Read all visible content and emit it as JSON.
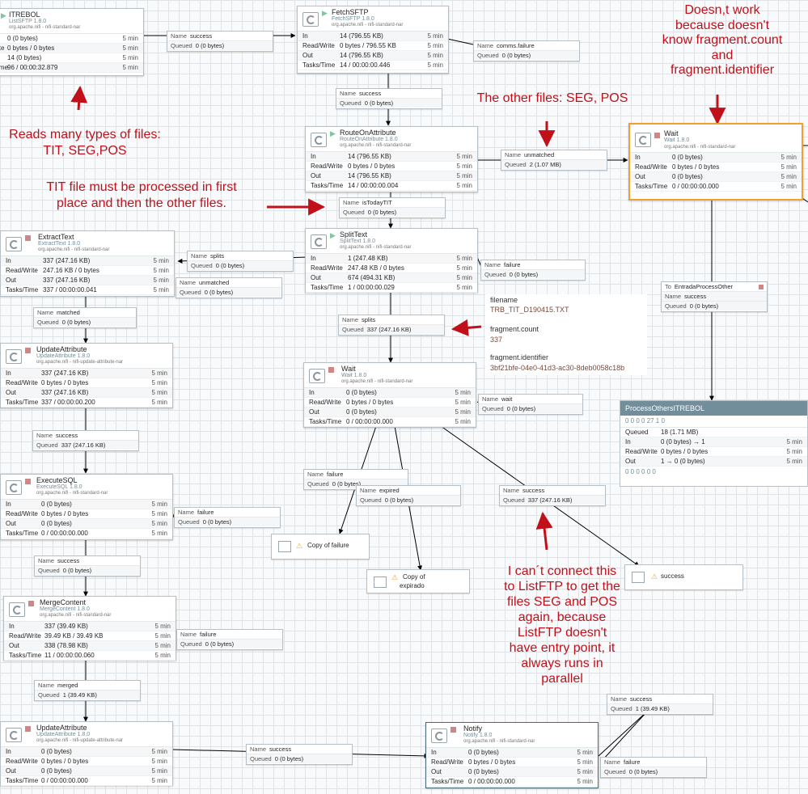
{
  "processors": {
    "listsftp": {
      "name": "ITREBOL",
      "type": "ListSFTP 1.8.0",
      "bundle": "org.apache.nifi - nifi-standard-nar",
      "rows": [
        [
          "",
          "0 (0 bytes)",
          "5 min"
        ],
        [
          "ite",
          "0 bytes / 0 bytes",
          "5 min"
        ],
        [
          "",
          "14 (0 bytes)",
          "5 min"
        ],
        [
          "ime",
          "96 / 00:00:32.879",
          "5 min"
        ]
      ]
    },
    "fetchsftp": {
      "name": "FetchSFTP",
      "type": "FetchSFTP 1.8.0",
      "bundle": "org.apache.nifi - nifi-standard-nar",
      "rows": [
        [
          "In",
          "14 (796.55 KB)",
          "5 min"
        ],
        [
          "Read/Write",
          "0 bytes / 796.55 KB",
          "5 min"
        ],
        [
          "Out",
          "14 (796.55 KB)",
          "5 min"
        ],
        [
          "Tasks/Time",
          "14 / 00:00:00.446",
          "5 min"
        ]
      ]
    },
    "route": {
      "name": "RouteOnAttribute",
      "type": "RouteOnAttribute 1.8.0",
      "bundle": "org.apache.nifi - nifi-standard-nar",
      "rows": [
        [
          "In",
          "14 (796.55 KB)",
          "5 min"
        ],
        [
          "Read/Write",
          "0 bytes / 0 bytes",
          "5 min"
        ],
        [
          "Out",
          "14 (796.55 KB)",
          "5 min"
        ],
        [
          "Tasks/Time",
          "14 / 00:00:00.004",
          "5 min"
        ]
      ]
    },
    "wait_top": {
      "name": "Wait",
      "type": "Wait 1.8.0",
      "bundle": "org.apache.nifi - nifi-standard-nar",
      "rows": [
        [
          "In",
          "0 (0 bytes)",
          "5 min"
        ],
        [
          "Read/Write",
          "0 bytes / 0 bytes",
          "5 min"
        ],
        [
          "Out",
          "0 (0 bytes)",
          "5 min"
        ],
        [
          "Tasks/Time",
          "0 / 00:00:00.000",
          "5 min"
        ]
      ]
    },
    "extract": {
      "name": "ExtractText",
      "type": "ExtractText 1.8.0",
      "bundle": "org.apache.nifi - nifi-standard-nar",
      "rows": [
        [
          "In",
          "337 (247.16 KB)",
          "5 min"
        ],
        [
          "Read/Write",
          "247.16 KB / 0 bytes",
          "5 min"
        ],
        [
          "Out",
          "337 (247.16 KB)",
          "5 min"
        ],
        [
          "Tasks/Time",
          "337 / 00:00:00.041",
          "5 min"
        ]
      ]
    },
    "split": {
      "name": "SplitText",
      "type": "SplitText 1.8.0",
      "bundle": "org.apache.nifi - nifi-standard-nar",
      "rows": [
        [
          "In",
          "1 (247.48 KB)",
          "5 min"
        ],
        [
          "Read/Write",
          "247.48 KB / 0 bytes",
          "5 min"
        ],
        [
          "Out",
          "674 (494.31 KB)",
          "5 min"
        ],
        [
          "Tasks/Time",
          "1 / 00:00:00.029",
          "5 min"
        ]
      ]
    },
    "update1": {
      "name": "UpdateAttribute",
      "type": "UpdateAttribute 1.8.0",
      "bundle": "org.apache.nifi - nifi-update-attribute-nar",
      "rows": [
        [
          "In",
          "337 (247.16 KB)",
          "5 min"
        ],
        [
          "Read/Write",
          "0 bytes / 0 bytes",
          "5 min"
        ],
        [
          "Out",
          "337 (247.16 KB)",
          "5 min"
        ],
        [
          "Tasks/Time",
          "337 / 00:00:00.200",
          "5 min"
        ]
      ]
    },
    "wait_mid": {
      "name": "Wait",
      "type": "Wait 1.8.0",
      "bundle": "org.apache.nifi - nifi-standard-nar",
      "rows": [
        [
          "In",
          "0 (0 bytes)",
          "5 min"
        ],
        [
          "Read/Write",
          "0 bytes / 0 bytes",
          "5 min"
        ],
        [
          "Out",
          "0 (0 bytes)",
          "5 min"
        ],
        [
          "Tasks/Time",
          "0 / 00:00:00.000",
          "5 min"
        ]
      ]
    },
    "execsql": {
      "name": "ExecuteSQL",
      "type": "ExecuteSQL 1.8.0",
      "bundle": "org.apache.nifi - nifi-standard-nar",
      "rows": [
        [
          "In",
          "0 (0 bytes)",
          "5 min"
        ],
        [
          "Read/Write",
          "0 bytes / 0 bytes",
          "5 min"
        ],
        [
          "Out",
          "0 (0 bytes)",
          "5 min"
        ],
        [
          "Tasks/Time",
          "0 / 00:00:00.000",
          "5 min"
        ]
      ]
    },
    "merge": {
      "name": "MergeContent",
      "type": "MergeContent 1.8.0",
      "bundle": "org.apache.nifi - nifi-standard-nar",
      "rows": [
        [
          "In",
          "337 (39.49 KB)",
          "5 min"
        ],
        [
          "Read/Write",
          "39.49 KB / 39.49 KB",
          "5 min"
        ],
        [
          "Out",
          "338 (78.98 KB)",
          "5 min"
        ],
        [
          "Tasks/Time",
          "11 / 00:00:00.060",
          "5 min"
        ]
      ]
    },
    "update2": {
      "name": "UpdateAttribute",
      "type": "UpdateAttribute 1.8.0",
      "bundle": "org.apache.nifi - nifi-update-attribute-nar",
      "rows": [
        [
          "In",
          "0 (0 bytes)",
          "5 min"
        ],
        [
          "Read/Write",
          "0 bytes / 0 bytes",
          "5 min"
        ],
        [
          "Out",
          "0 (0 bytes)",
          "5 min"
        ],
        [
          "Tasks/Time",
          "0 / 00:00:00.000",
          "5 min"
        ]
      ]
    },
    "notify": {
      "name": "Notify",
      "type": "Notify 1.8.0",
      "bundle": "org.apache.nifi - nifi-standard-nar",
      "rows": [
        [
          "In",
          "0 (0 bytes)",
          "5 min"
        ],
        [
          "Read/Write",
          "0 bytes / 0 bytes",
          "5 min"
        ],
        [
          "Out",
          "0 (0 bytes)",
          "5 min"
        ],
        [
          "Tasks/Time",
          "0 / 00:00:00.000",
          "5 min"
        ]
      ]
    }
  },
  "connections": {
    "c1": {
      "name": "success",
      "queued": "0 (0 bytes)"
    },
    "c2": {
      "name": "comms.failure",
      "queued": "0 (0 bytes)"
    },
    "c3": {
      "name": "success",
      "queued": "0 (0 bytes)"
    },
    "c4": {
      "name": "unmatched",
      "queued": "2  (1.07 MB)"
    },
    "c5": {
      "name": "isTodayTIT",
      "queued": "0 (0 bytes)"
    },
    "c6": {
      "name": "splits",
      "queued": "0 (0 bytes)"
    },
    "c7": {
      "name": "unmatched",
      "queued": "0 (0 bytes)"
    },
    "c8": {
      "name": "failure",
      "queued": "0 (0 bytes)"
    },
    "c9": {
      "name": "matched",
      "queued": "0 (0 bytes)"
    },
    "c10": {
      "name": "splits",
      "queued": "337 (247.16 KB)"
    },
    "c11": {
      "name": "wait",
      "queued": "0 (0 bytes)"
    },
    "c12": {
      "name": "success",
      "queued": "337 (247.16 KB)"
    },
    "c13": {
      "name": "failure",
      "queued": "0 (0 bytes)"
    },
    "c14": {
      "name": "expired",
      "queued": "0 (0 bytes)"
    },
    "c15": {
      "name": "success",
      "queued": "337 (247.16 KB)"
    },
    "c16": {
      "name": "failure",
      "queued": "0 (0 bytes)"
    },
    "c17": {
      "name": "success",
      "queued": "0 (0 bytes)"
    },
    "c18": {
      "name": "failure",
      "queued": "0 (0 bytes)"
    },
    "c19": {
      "name": "merged",
      "queued": "1 (39.49 KB)"
    },
    "c20": {
      "name": "success",
      "queued": "0 (0 bytes)"
    },
    "c21": {
      "name": "success",
      "queued": "1 (39.49 KB)"
    },
    "c22": {
      "name": "failure",
      "queued": "0 (0 bytes)"
    },
    "c23": {
      "to": "To",
      "target": "EntradaProcessOther",
      "name": "success",
      "queued": "0 (0 bytes)"
    }
  },
  "labels": {
    "name": "Name",
    "queued": "Queued"
  },
  "funnels": {
    "fail": "Copy of failure",
    "exp1": "Copy of",
    "exp2": "expirado",
    "succ": "success"
  },
  "group": {
    "name": "ProcessOthersITREBOL",
    "icons": "0   0   0   0   27   1   0",
    "queued": "18 (1.71 MB)",
    "in": "0 (0 bytes) → 1",
    "rw": "0 bytes / 0 bytes",
    "out": "1 → 0 (0 bytes)",
    "footer": "0   0   0   0   0   0",
    "w": "5 min",
    "lbl_q": "Queued",
    "lbl_in": "In",
    "lbl_rw": "Read/Write",
    "lbl_out": "Out"
  },
  "attributes": {
    "k1": "filename",
    "v1": "TRB_TIT_D190415.TXT",
    "k2": "fragment.count",
    "v2": "337",
    "k3": "fragment.identifier",
    "v3": "3bf21bfe-04e0-41d3-ac30-8deb0058c18b"
  },
  "notes": {
    "n1a": "Reads many types of files:",
    "n1b": "TIT, SEG,POS",
    "n2a": "TIT file must be processed in first",
    "n2b": "place and then the other files.",
    "n3": "The other files: SEG, POS",
    "n4a": "Doesn,t work",
    "n4b": "because doesn't",
    "n4c": "know fragment.count",
    "n4d": "and",
    "n4e": "fragment.identifier",
    "n5a": "I can´t connect this",
    "n5b": "to ListFTP to get the",
    "n5c": "files SEG and POS",
    "n5d": "again, because",
    "n5e": "ListFTP doesn't",
    "n5f": "have entry point, it",
    "n5g": "always runs in",
    "n5h": "parallel"
  },
  "colors": {
    "annotation": "#c0111b",
    "running": "#7dc7a0",
    "stopped": "#d18686",
    "warning": "#e8a33d",
    "selected": "#f0a030",
    "group_header": "#728e9b"
  }
}
